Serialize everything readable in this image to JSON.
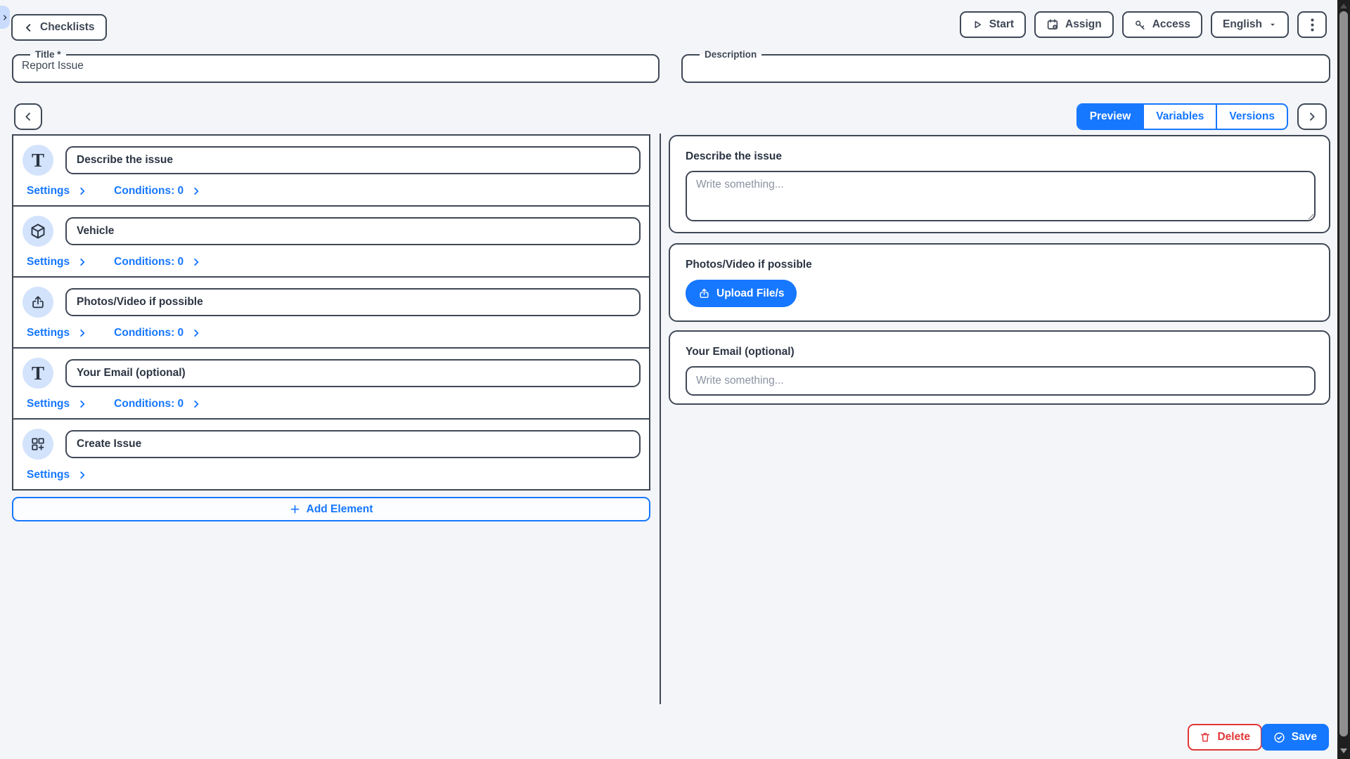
{
  "header": {
    "back_label": "Checklists",
    "actions": {
      "start": "Start",
      "assign": "Assign",
      "access": "Access",
      "language": "English"
    }
  },
  "form_meta": {
    "title_label": "Title *",
    "title_value": "Report Issue",
    "description_label": "Description",
    "description_value": ""
  },
  "tabs": {
    "preview": "Preview",
    "variables": "Variables",
    "versions": "Versions",
    "active_tab": "Preview"
  },
  "builder": {
    "settings_label": "Settings",
    "elements": [
      {
        "icon": "text-input-icon",
        "label": "Describe the issue",
        "conditions_label": "Conditions: 0"
      },
      {
        "icon": "object-cube-icon",
        "label": "Vehicle",
        "conditions_label": "Conditions: 0"
      },
      {
        "icon": "upload-icon",
        "label": "Photos/Video if possible",
        "conditions_label": "Conditions: 0"
      },
      {
        "icon": "text-input-icon",
        "label": "Your Email (optional)",
        "conditions_label": "Conditions: 0"
      },
      {
        "icon": "create-widget-icon",
        "label": "Create Issue"
      }
    ],
    "add_element_label": "Add Element"
  },
  "preview": {
    "fields": [
      {
        "type": "textarea",
        "label": "Describe the issue",
        "placeholder": "Write something..."
      },
      {
        "type": "upload",
        "label": "Photos/Video if possible",
        "button_label": "Upload File/s"
      },
      {
        "type": "input",
        "label": "Your Email (optional)",
        "placeholder": "Write something..."
      }
    ]
  },
  "footer": {
    "delete_label": "Delete",
    "save_label": "Save"
  },
  "colors": {
    "accent_blue": "#1677ff",
    "dark_slate": "#3f4856",
    "danger_red": "#e23636",
    "icon_circle_bg": "#d3e3fc",
    "page_bg": "#f3f5f8"
  }
}
